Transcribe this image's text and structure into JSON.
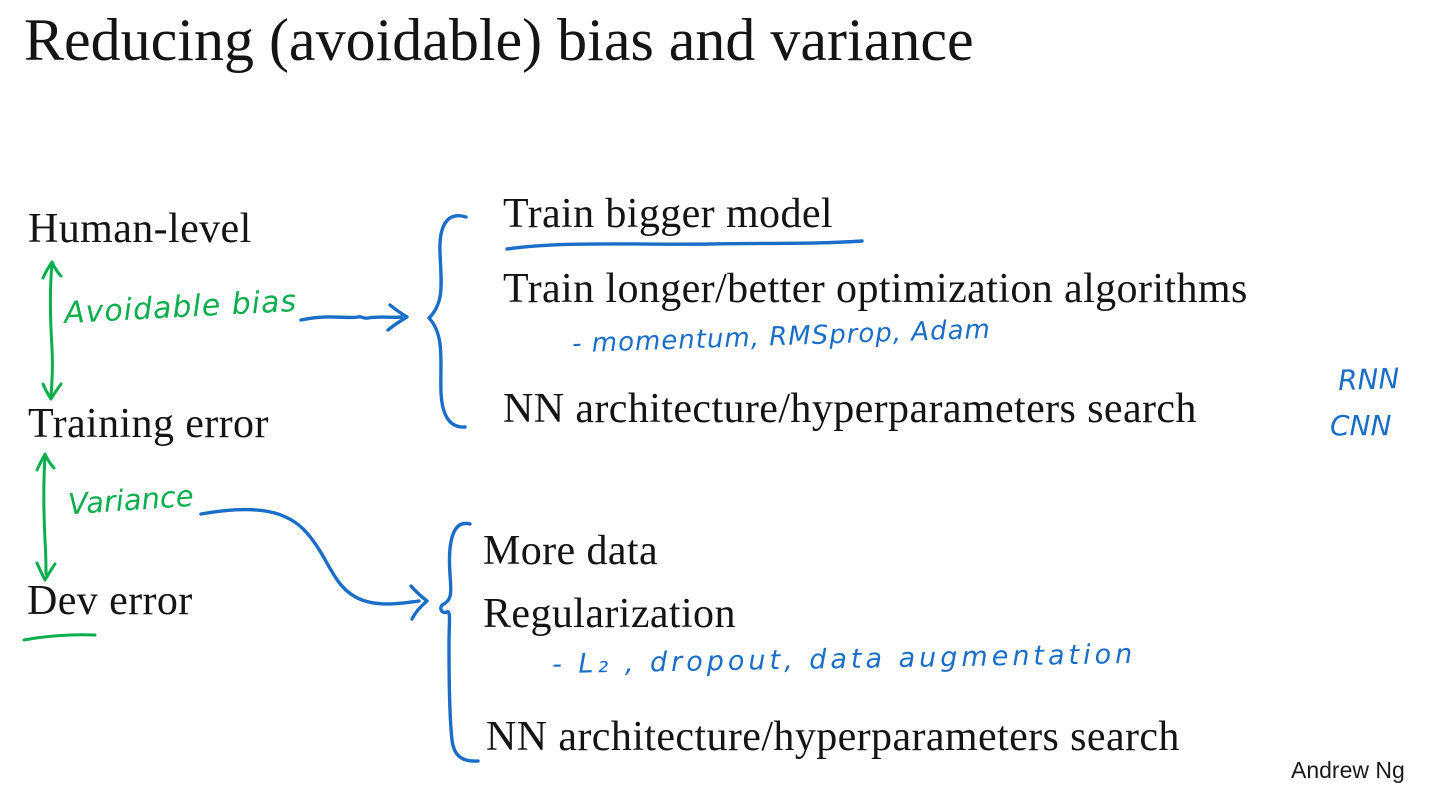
{
  "slide": {
    "title": "Reducing (avoidable) bias and variance",
    "credit": "Andrew Ng"
  },
  "metrics": {
    "items": [
      "Human-level",
      "Training error",
      "Dev error"
    ]
  },
  "gap_labels": {
    "bias": "Avoidable bias",
    "variance": "Variance"
  },
  "bias_remedies": {
    "items": [
      "Train bigger model",
      "Train longer/better optimization algorithms",
      "NN architecture/hyperparameters search"
    ],
    "optimizer_note": "- momentum, RMSprop, Adam",
    "arch_notes": [
      "RNN",
      "CNN"
    ]
  },
  "variance_remedies": {
    "items": [
      "More data",
      "Regularization",
      "NN architecture/hyperparameters search"
    ],
    "regularizer_note": "- L₂ , dropout, data augmentation"
  },
  "colors": {
    "handwriting_green": "#0bae4e",
    "handwriting_blue": "#1b6ec8",
    "text_black": "#141414"
  }
}
